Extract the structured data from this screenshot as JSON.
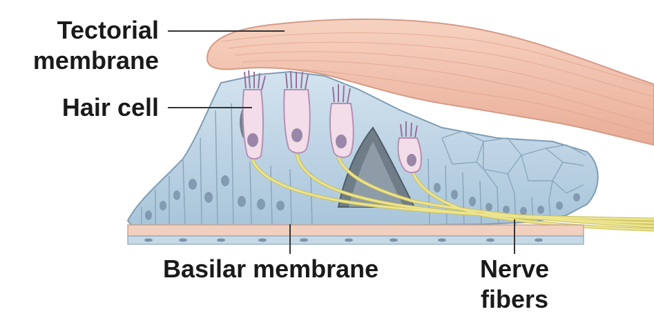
{
  "labels": {
    "tectorial": [
      "Tectorial",
      "membrane"
    ],
    "hair_cell": "Hair cell",
    "basilar": "Basilar membrane",
    "nerve": [
      "Nerve",
      "fibers"
    ]
  },
  "colors": {
    "tectorial_fill": "#f3c3ad",
    "tectorial_edge": "#d59a86",
    "support_cells": "#bcd4e4",
    "cell_outline": "#7e9cb4",
    "hair_cell_body": "#f2dde9",
    "hair_cell_outline": "#b58fb4",
    "nucleus": "#9a86a8",
    "nerve_fibers": "#e6df86",
    "basilar_band": "#f1d0bf",
    "leader_line": "#333333"
  }
}
